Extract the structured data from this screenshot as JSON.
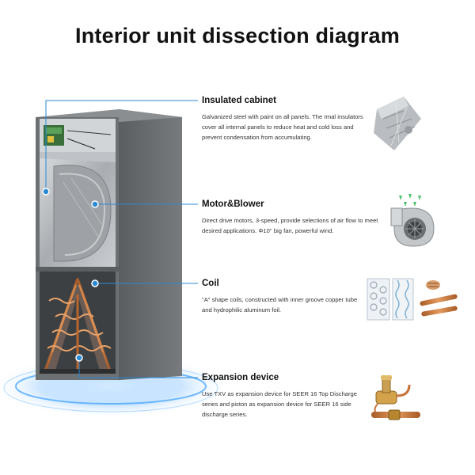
{
  "title": "Interior unit dissection diagram",
  "callouts": [
    {
      "heading": "Insulated cabinet",
      "body": "Galvanized steel with paint on all panels. The rmal insulators cover all internal panels to reduce heat and cold loss and prevent condensation from accumulating."
    },
    {
      "heading": "Motor&Blower",
      "body": "Direct drive motors, 3-speed, provide selections of air flow to meet desired applications. Φ10'' big fan, powerful wind."
    },
    {
      "heading": "Coil",
      "body": "\"A\" shape coils, constructed with inner groove copper tube and hydrophilic aluminum foil."
    },
    {
      "heading": "Expansion device",
      "body": "Use TXV as expansion device for SEER 16 Top Discharge series and piston as expansion device for SEER 16 side discharge series."
    }
  ],
  "colors": {
    "accent": "#2a8ad4",
    "cabinet": "#6f7376",
    "cabinet_dark": "#4e5254",
    "copper": "#c8723a",
    "glow": "#3aa0ff"
  },
  "icons": [
    "insulation-foil-icon",
    "blower-icon",
    "coil-fins-icon",
    "expansion-valve-icon"
  ]
}
